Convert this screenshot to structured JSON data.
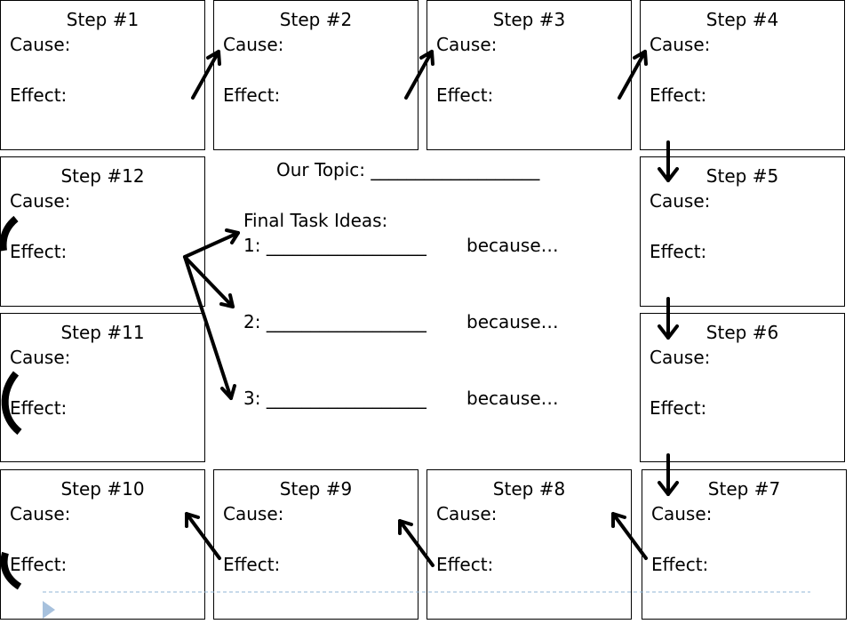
{
  "steps": [
    {
      "title": "Step #1",
      "cause": "Cause:",
      "effect": "Effect:"
    },
    {
      "title": "Step #2",
      "cause": "Cause:",
      "effect": "Effect:"
    },
    {
      "title": "Step #3",
      "cause": "Cause:",
      "effect": "Effect:"
    },
    {
      "title": "Step #4",
      "cause": "Cause:",
      "effect": "Effect:"
    },
    {
      "title": "Step #5",
      "cause": "Cause:",
      "effect": "Effect:"
    },
    {
      "title": "Step #6",
      "cause": "Cause:",
      "effect": "Effect:"
    },
    {
      "title": "Step #7",
      "cause": "Cause:",
      "effect": "Effect:"
    },
    {
      "title": "Step #8",
      "cause": "Cause:",
      "effect": "Effect:"
    },
    {
      "title": "Step #9",
      "cause": "Cause:",
      "effect": "Effect:"
    },
    {
      "title": "Step #10",
      "cause": "Cause:",
      "effect": "Effect:"
    },
    {
      "title": "Step #11",
      "cause": "Cause:",
      "effect": "Effect:"
    },
    {
      "title": "Step #12",
      "cause": "Cause:",
      "effect": "Effect:"
    }
  ],
  "center": {
    "topic_label": "Our Topic: ___________________",
    "final_task_title": "Final Task Ideas:",
    "ideas": [
      {
        "label": "1: __________________",
        "because": "because…"
      },
      {
        "label": "2: __________________",
        "because": "because…"
      },
      {
        "label": "3: __________________",
        "because": "because…"
      }
    ]
  },
  "colors": {
    "line": "#000000",
    "background": "#ffffff",
    "slide_rule": "#8fb6d6",
    "slide_marker": "#a7c1dd"
  },
  "icons": {
    "arrow": "arrow-icon",
    "curved_arrow": "curved-arrow-icon",
    "slide_marker": "triangle-right-icon"
  }
}
